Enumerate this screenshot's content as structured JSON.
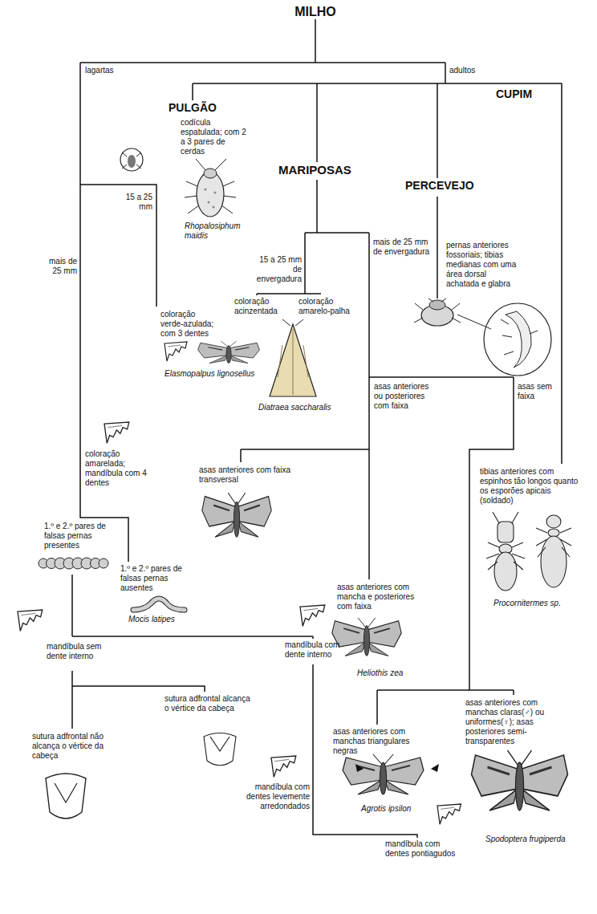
{
  "diagram": {
    "title": "MILHO",
    "labels": [
      "lagartas",
      "adultos",
      "PULGÃO",
      "codícula espatulada; com 2 a 3 pares de cerdas",
      "Rhopalosiphum maidis",
      "CUPIM",
      "MARIPOSAS",
      "PERCEVEJO",
      "pernas anteriores fossoriais; tibias medianas com uma área dorsal achatada e glabra",
      "15 a 25 mm",
      "mais de 25 mm",
      "mais de 25 mm de envergadura",
      "15 a 25 mm de envergadura",
      "coloração verde-azulada; com 3 dentes",
      "Elasmopalpus lignosellus",
      "coloração acinzentada",
      "coloração amarelo-palha",
      "Diatraea saccharalis",
      "asas anteriores ou posteriores com faixa",
      "asas sem faixa",
      "coloração amarelada; mandíbula com 4 dentes",
      "asas anteriores com faixa transversal",
      "tibias anteriores com espinhos tão longos quanto os esporões apicais (soldado)",
      "1.º e 2.º pares de falsas pernas presentes",
      "1.º e 2.º pares de falsas pernas ausentes",
      "Mocis latipes",
      "Procornitermes sp.",
      "asas anteriores com mancha e posteriores com faixa",
      "Heliothis zea",
      "mandíbula sem dente interno",
      "mandíbula com dente interno",
      "sutura adfrontal alcança o vértice da cabeça",
      "sutura adfrontal não alcança o vértice da cabeça",
      "asas anteriores com manchas triangulares negras",
      "mandíbula com dentes levemente arredondados",
      "Agrotis ipsilon",
      "asas anteriores com manchas claras(♂) ou uniformes(♀); asas posteriores semi-transparentes",
      "Spodoptera frugiperda",
      "mandíbula com dentes pontiagudos"
    ]
  }
}
